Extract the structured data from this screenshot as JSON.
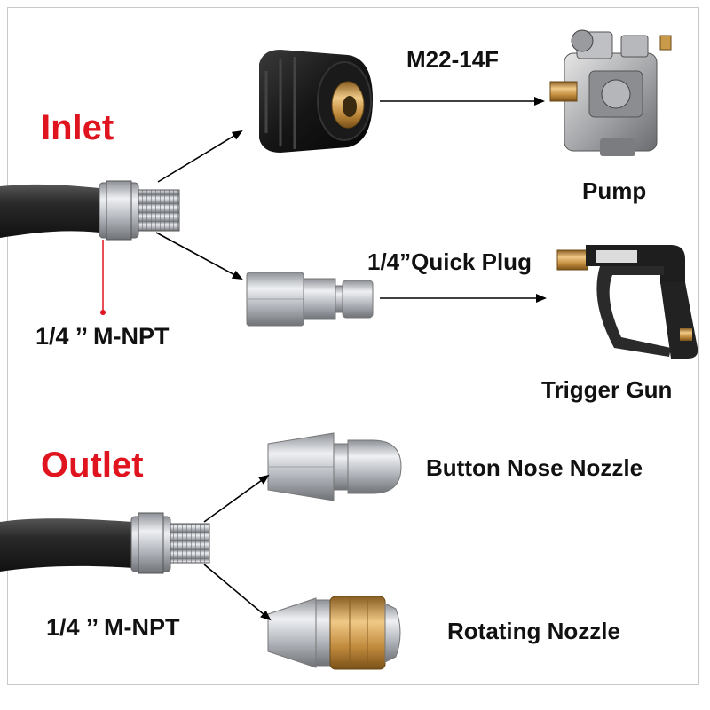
{
  "inlet": {
    "heading": "Inlet",
    "thread_label": "1/4 ’’ M-NPT",
    "pump_connector": "M22-14F",
    "pump_label": "Pump",
    "quick_plug_label": "1/4”Quick Plug",
    "trigger_gun_label": "Trigger Gun"
  },
  "outlet": {
    "heading": "Outlet",
    "thread_label": "1/4 ’’ M-NPT",
    "button_nozzle_label": "Button Nose Nozzle",
    "rotating_nozzle_label": "Rotating Nozzle"
  },
  "colors": {
    "heading_red": "#e0141e",
    "hose": "#2b2b2b",
    "steel": "#c8cbd0",
    "brass": "#c99a4a",
    "rubber_black": "#1c1c1c",
    "arrow": "#000000",
    "leader_red": "#e0141e"
  }
}
